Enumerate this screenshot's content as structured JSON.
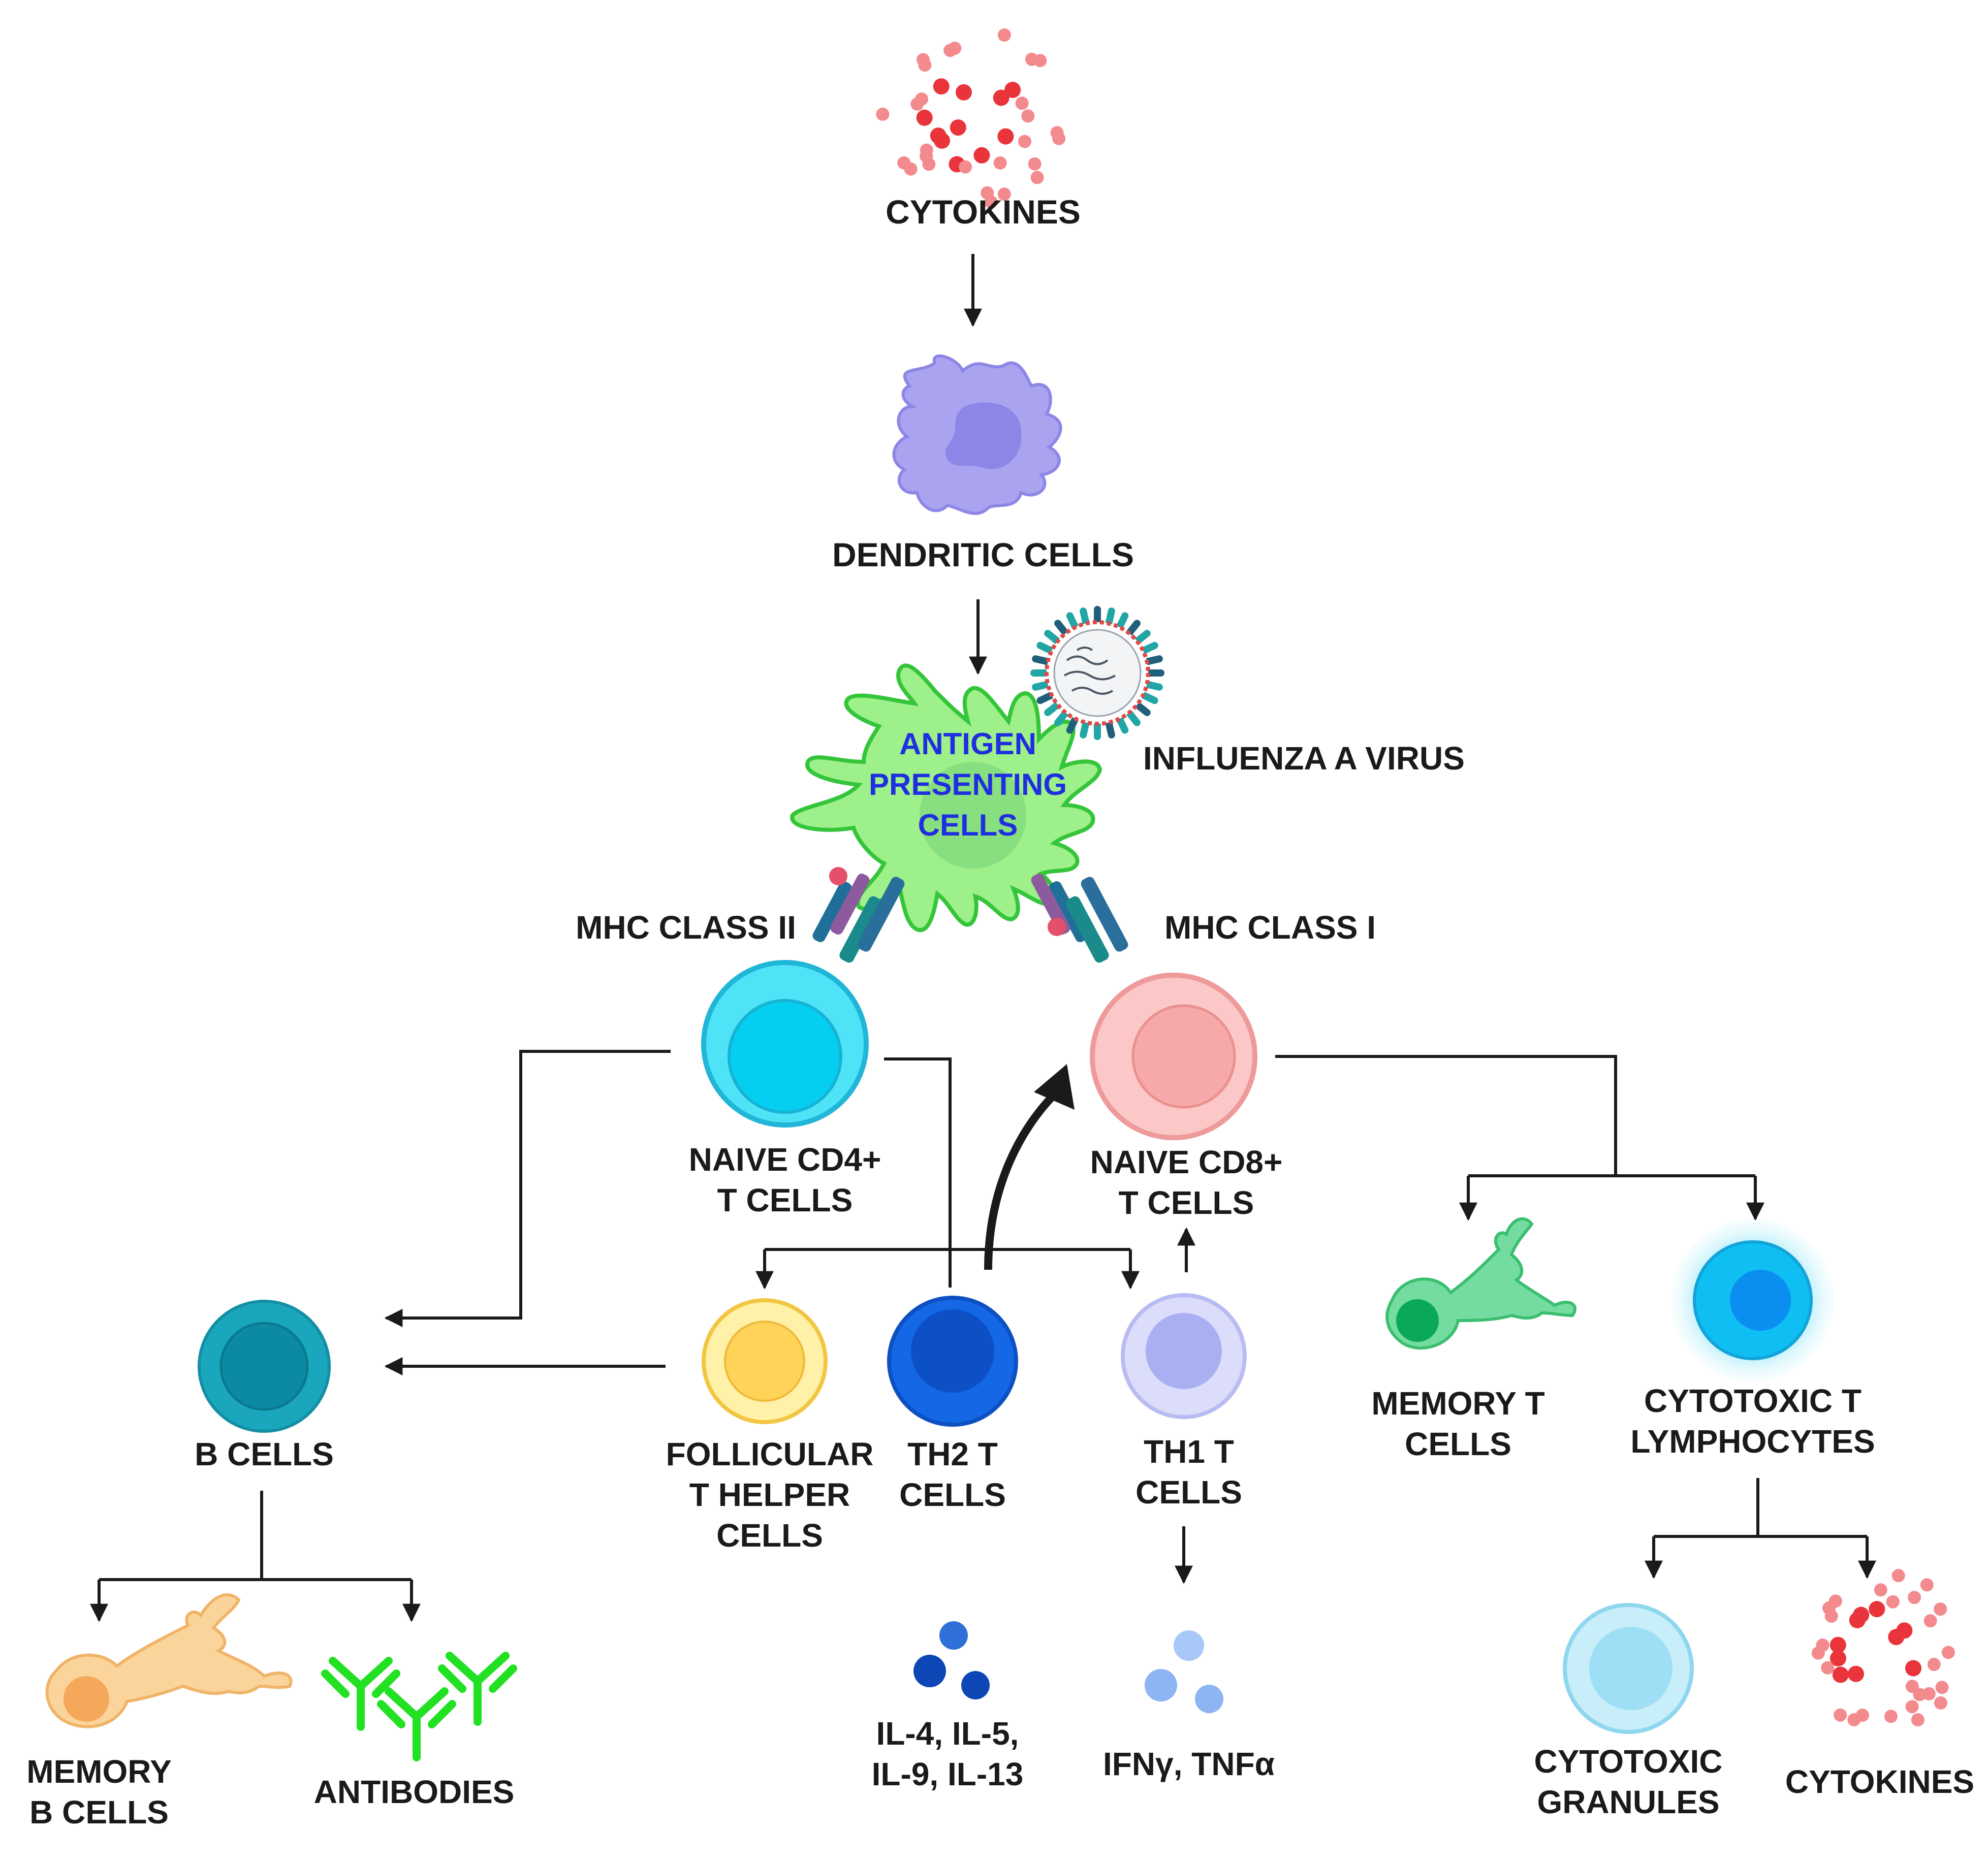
{
  "labels": {
    "cytokines_top": "CYTOKINES",
    "dendritic_cells": "DENDRITIC CELLS",
    "apc_line1": "ANTIGEN",
    "apc_line2": "PRESENTING",
    "apc_line3": "CELLS",
    "influenza": "INFLUENZA A VIRUS",
    "mhc2": "MHC CLASS II",
    "mhc1": "MHC CLASS I",
    "cd4_line1": "NAIVE CD4+",
    "cd4_line2": "T CELLS",
    "cd8_line1": "NAIVE CD8+",
    "cd8_line2": "T CELLS",
    "b_cells": "B CELLS",
    "tfh_line1": "FOLLICULAR",
    "tfh_line2": "T HELPER",
    "tfh_line3": "CELLS",
    "th2_line1": "TH2 T",
    "th2_line2": "CELLS",
    "th1_line1": "TH1 T",
    "th1_line2": "CELLS",
    "memory_t_line1": "MEMORY T",
    "memory_t_line2": "CELLS",
    "ctl_line1": "CYTOTOXIC T",
    "ctl_line2": "LYMPHOCYTES",
    "memory_b_line1": "MEMORY",
    "memory_b_line2": "B CELLS",
    "antibodies": "ANTIBODIES",
    "il_line1": "IL-4, IL-5,",
    "il_line2": "IL-9, IL-13",
    "ifn": "IFNγ, TNFα",
    "granules_line1": "CYTOTOXIC",
    "granules_line2": "GRANULES",
    "cytokines_bottom": "CYTOKINES"
  },
  "colors": {
    "cytokine_red": "#e8343a",
    "dendritic": "#a9a3f0",
    "apc": "#9df08a",
    "cd4": "#2fdaf4",
    "cd8": "#f7a9a9",
    "b_cell": "#1aa3b8",
    "tfh": "#ffd45a",
    "th2": "#1160e0",
    "th1": "#bcc0f5",
    "memory_t": "#55d08a",
    "ctl": "#16b8f0",
    "memory_b": "#f7c07a",
    "antibody": "#22e022",
    "granule": "#a6e6f7"
  }
}
